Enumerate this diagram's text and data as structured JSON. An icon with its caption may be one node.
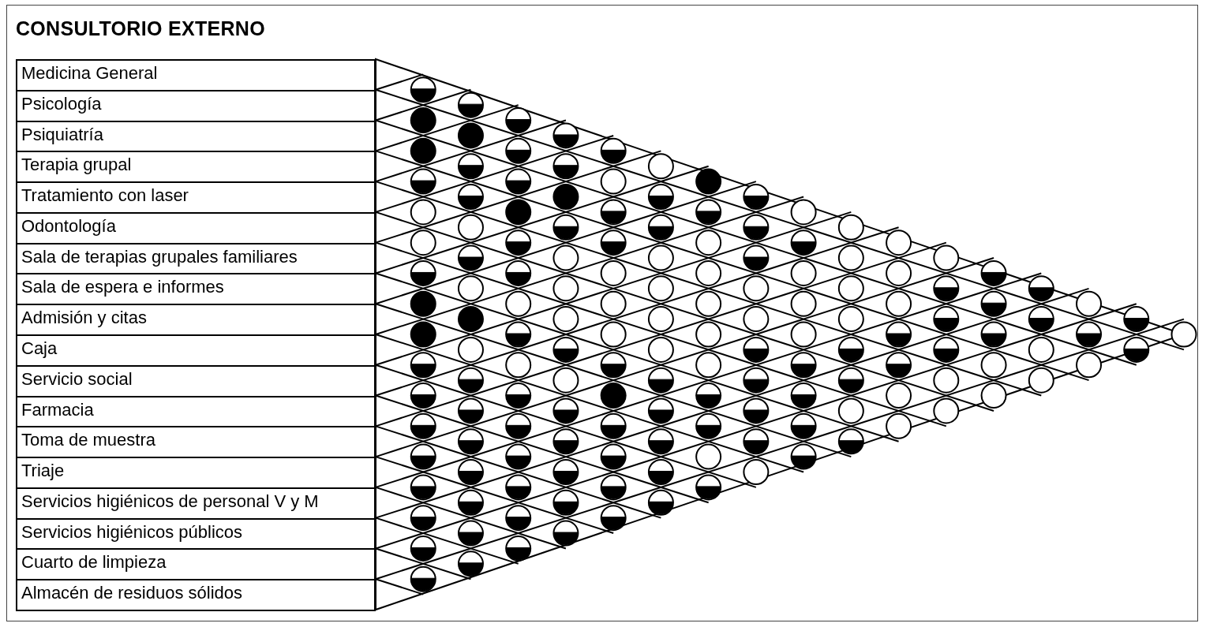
{
  "diagram": {
    "title": "CONSULTORIO EXTERNO",
    "nodes": [
      {
        "text": [
          "Medicina General"
        ]
      },
      {
        "text": [
          "Psicología"
        ]
      },
      {
        "text": [
          "Psiquiatría"
        ]
      },
      {
        "text": [
          "Terapia grupal"
        ]
      },
      {
        "text": [
          "Tratamiento con laser"
        ]
      },
      {
        "text": [
          "Odontología"
        ]
      },
      {
        "text": [
          "Sala de terapias grupales familiares"
        ]
      },
      {
        "text": [
          "Sala de espera e informes"
        ]
      },
      {
        "text": [
          "Admisión y citas"
        ]
      },
      {
        "text": [
          "Caja"
        ]
      },
      {
        "text": [
          "Servicio social"
        ]
      },
      {
        "text": [
          "Farmacia"
        ]
      },
      {
        "text": [
          "Toma de muestra"
        ]
      },
      {
        "text": [
          "Triaje"
        ]
      },
      {
        "text": [
          "Servicios higiénicos de personal V y M"
        ]
      },
      {
        "text": [
          "Servicios higiénicos públicos"
        ]
      },
      {
        "text": [
          "Cuarto de limpieza"
        ]
      },
      {
        "text": [
          "Almacén de residuos sólidos"
        ]
      }
    ]
  }
}
